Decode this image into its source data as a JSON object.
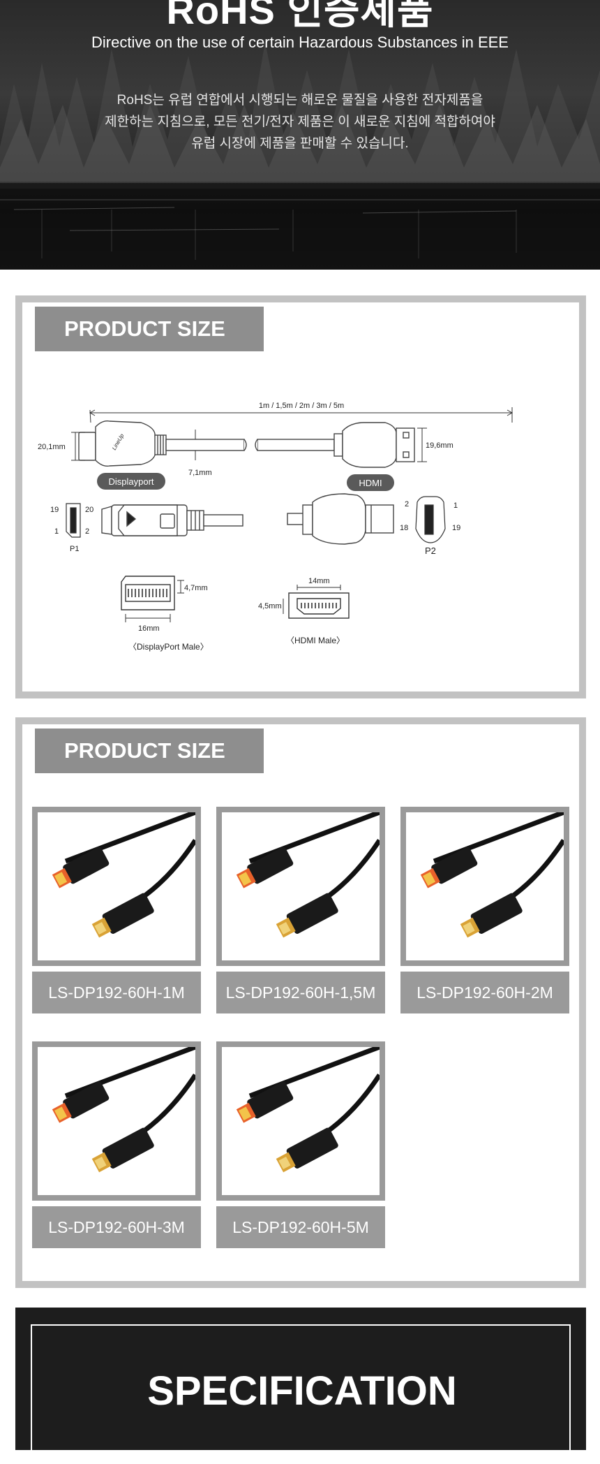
{
  "hero": {
    "title": "RoHS 인증제품",
    "subtitle": "Directive on the use of certain Hazardous Substances in EEE",
    "desc_lines": [
      "RoHS는 유럽 연합에서 시행되는 해로운 물질을 사용한 전자제품을",
      "제한하는 지침으로, 모든 전기/전자 제품은 이 새로운 지침에 적합하여야",
      "유럽 시장에 제품을 판매할 수 있습니다."
    ]
  },
  "size_panel": {
    "title": "PRODUCT SIZE",
    "length_label": "1m / 1,5m / 2m / 3m / 5m",
    "dp_height": "20,1mm",
    "hdmi_height": "19,6mm",
    "cable_dia": "7,1mm",
    "dp_badge": "Displayport",
    "hdmi_badge": "HDMI",
    "brand_mark": "LineUp",
    "p1_label": "P1",
    "p2_label": "P2",
    "pin_19": "19",
    "pin_20": "20",
    "pin_1": "1",
    "pin_2": "2",
    "pin_18": "18",
    "dp_width": "16mm",
    "dp_depth": "4,7mm",
    "hdmi_width": "14mm",
    "hdmi_depth": "4,5mm",
    "dp_caption": "〈DisplayPort Male〉",
    "hdmi_caption": "〈HDMI Male〉"
  },
  "models_panel": {
    "title": "PRODUCT SIZE",
    "models": [
      "LS-DP192-60H-1M",
      "LS-DP192-60H-1,5M",
      "LS-DP192-60H-2M",
      "LS-DP192-60H-3M",
      "LS-DP192-60H-5M"
    ]
  },
  "spec": {
    "title": "SPECIFICATION"
  },
  "colors": {
    "panel_border": "#c2c2c2",
    "title_bar": "#8e8e8e",
    "card_gray": "#9a9a9a",
    "spec_bg": "#1d1d1d",
    "dp_tip": "#e8612a",
    "hdmi_tip": "#d9a235"
  }
}
